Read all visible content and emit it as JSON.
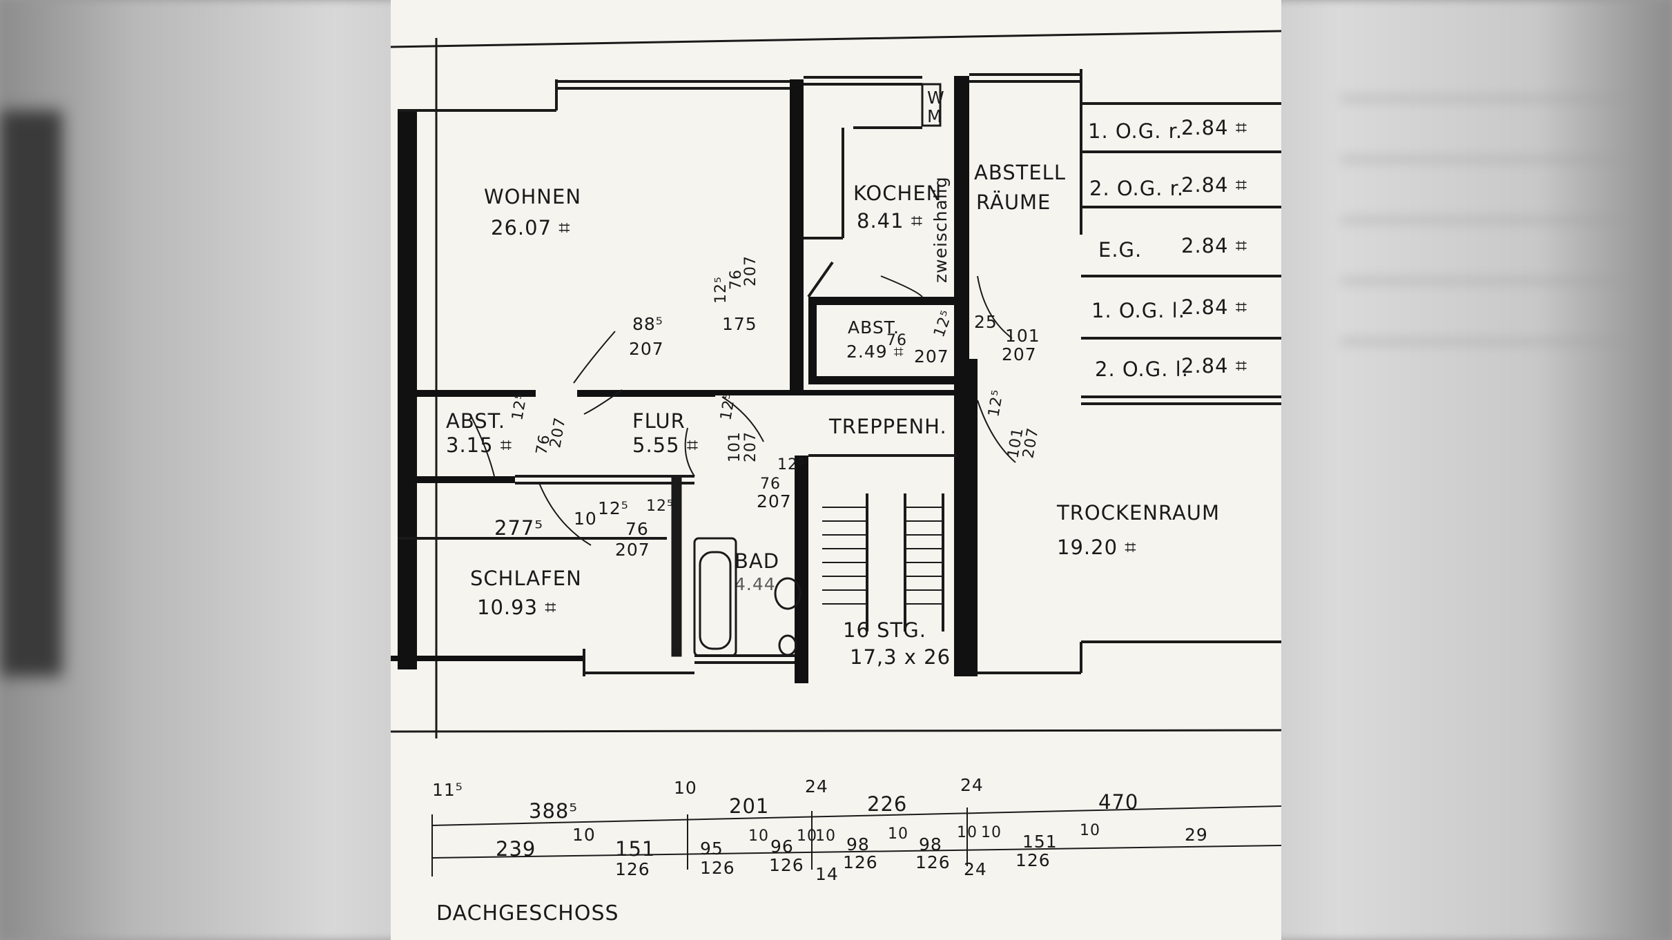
{
  "plan": {
    "floor_label": "DACHGESCHOSS",
    "rooms": {
      "wohnen": {
        "name": "WOHNEN",
        "area": "26.07 ⌗"
      },
      "kochen": {
        "name": "KOCHEN",
        "area": "8.41 ⌗"
      },
      "abstell_raeume": {
        "name_line1": "ABSTELL",
        "name_line2": "RÄUME"
      },
      "abst_small": {
        "name": "ABST.",
        "area": "2.49 ⌗"
      },
      "abst_left": {
        "name": "ABST.",
        "area": "3.15 ⌗"
      },
      "flur": {
        "name": "FLUR",
        "area": "5.55 ⌗"
      },
      "treppenh": {
        "name": "TREPPENH."
      },
      "trockenraum": {
        "name": "TROCKENRAUM",
        "area": "19.20 ⌗"
      },
      "schlafen": {
        "name": "SCHLAFEN",
        "area": "10.93 ⌗"
      },
      "bad": {
        "name": "BAD",
        "area": "4.44"
      },
      "stair": {
        "line1": "16 STG.",
        "line2": "17,3 x 26"
      }
    },
    "wm_label": {
      "top": "W",
      "bottom": "M"
    },
    "zweischalig": "zweischalig",
    "storage_table": [
      {
        "label": "1. O.G. r.",
        "value": "2.84 ⌗"
      },
      {
        "label": "2. O.G. r.",
        "value": "2.84 ⌗"
      },
      {
        "label": "E.G.",
        "value": "2.84 ⌗"
      },
      {
        "label": "1. O.G. l.",
        "value": "2.84 ⌗"
      },
      {
        "label": "2. O.G. l.",
        "value": "2.84 ⌗"
      }
    ],
    "inner_dims": {
      "d1": "88⁵",
      "d2": "207",
      "d3": "175",
      "d4": "12⁵",
      "d5": "76",
      "d6": "207",
      "d7": "12⁵",
      "d8": "76",
      "d9": "207",
      "d10": "25",
      "d11": "101",
      "d12": "207",
      "d13": "12⁵",
      "d14": "76",
      "d15": "207",
      "d16": "12⁵",
      "d17": "101",
      "d18": "207",
      "d19": "12⁵",
      "d20": "76",
      "d21": "207",
      "d22": "277⁵",
      "d23": "10",
      "d24": "12⁵",
      "d25": "76",
      "d26": "207",
      "d27": "12⁵",
      "d28": "12⁵",
      "d29": "101",
      "d30": "207"
    },
    "bottom_dims_row1": [
      "11⁵",
      "388⁵",
      "10",
      "201",
      "24",
      "226",
      "24",
      "470"
    ],
    "bottom_dims_row2": [
      "239",
      "10",
      "151",
      "95",
      "10",
      "96",
      "10",
      "10",
      "98",
      "10",
      "98",
      "10",
      "10",
      "151",
      "10",
      "29"
    ],
    "bottom_dims_row3": [
      "126",
      "126",
      "126",
      "14",
      "126",
      "126",
      "24",
      "126"
    ]
  }
}
